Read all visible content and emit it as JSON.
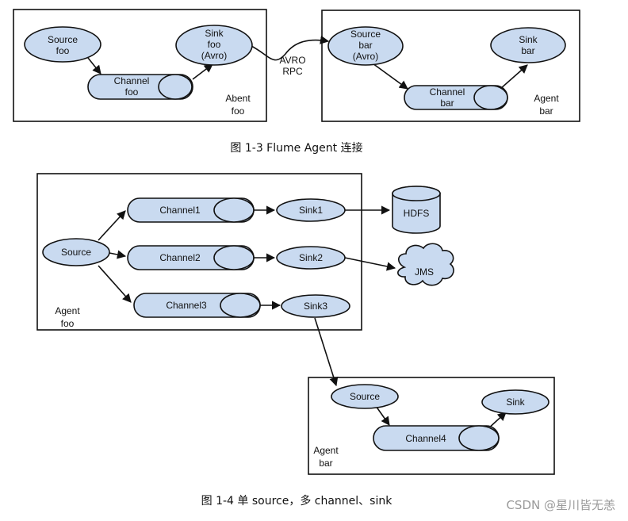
{
  "figure_top": {
    "agent_foo": {
      "label_line1": "Abent",
      "label_line2": "foo"
    },
    "agent_bar": {
      "label_line1": "Agent",
      "label_line2": "bar"
    },
    "source_foo": {
      "line1": "Source",
      "line2": "foo"
    },
    "channel_foo": {
      "line1": "Channel",
      "line2": "foo"
    },
    "sink_foo": {
      "line1": "Sink",
      "line2": "foo",
      "line3": "(Avro)"
    },
    "avro_rpc": {
      "line1": "AVRO",
      "line2": "RPC"
    },
    "source_bar": {
      "line1": "Source",
      "line2": "bar",
      "line3": "(Avro)"
    },
    "channel_bar": {
      "line1": "Channel",
      "line2": "bar"
    },
    "sink_bar": {
      "line1": "Sink",
      "line2": "bar"
    },
    "caption": "图 1-3 Flume Agent 连接"
  },
  "figure_bottom": {
    "agent_foo": {
      "label_line1": "Agent",
      "label_line2": "foo"
    },
    "agent_bar": {
      "label_line1": "Agent",
      "label_line2": "bar"
    },
    "source": "Source",
    "channel1": "Channel1",
    "channel2": "Channel2",
    "channel3": "Channel3",
    "sink1": "Sink1",
    "sink2": "Sink2",
    "sink3": "Sink3",
    "hdfs": "HDFS",
    "jms": "JMS",
    "source_bar": "Source",
    "channel4": "Channel4",
    "sink_bar": "Sink",
    "caption": "图 1-4  单 source，多 channel、sink"
  },
  "watermark": "CSDN @星川皆无恙",
  "colors": {
    "node_fill": "#c9daf0",
    "stroke": "#111111"
  }
}
